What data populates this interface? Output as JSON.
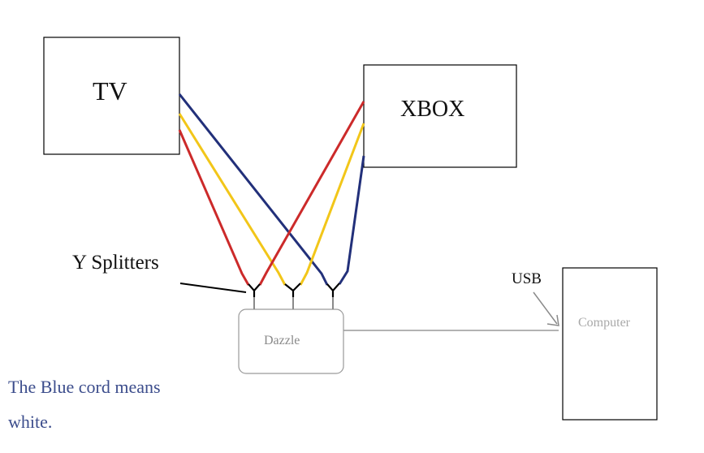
{
  "labels": {
    "tv": "TV",
    "xbox": "XBOX",
    "y_splitters": "Y Splitters",
    "usb": "USB",
    "dazzle": "Dazzle",
    "computer": "Computer"
  },
  "note": {
    "line1": "The Blue cord means",
    "line2": "white."
  },
  "colors": {
    "red_cable": "#cc2a2a",
    "yellow_cable": "#f2c619",
    "blue_cable": "#22307a",
    "note_text": "#3c4d8c",
    "box_outline": "#000000",
    "dazzle_outline": "#9a9a9a"
  }
}
